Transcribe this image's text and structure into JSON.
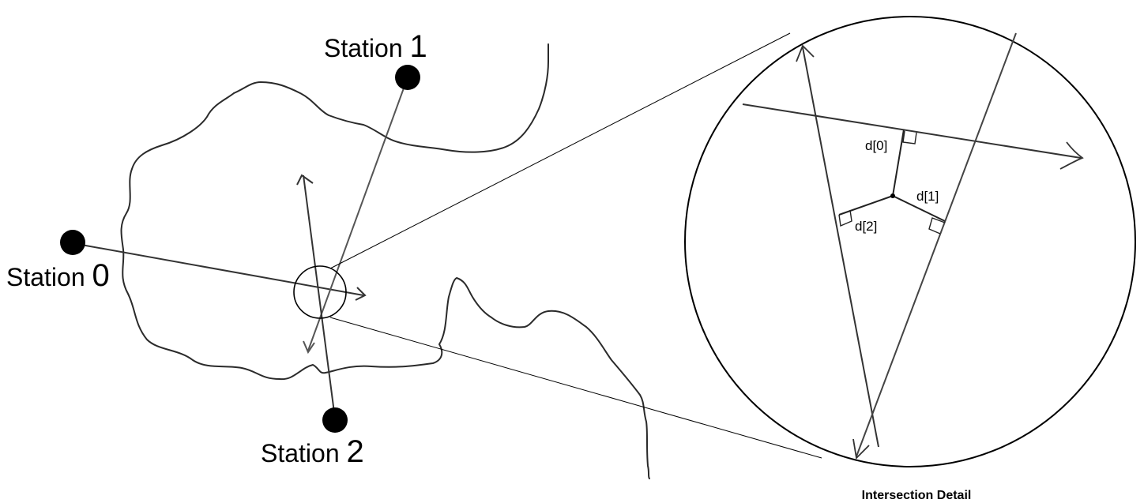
{
  "stations": [
    {
      "prefix": "Station ",
      "number": "0"
    },
    {
      "prefix": "Station ",
      "number": "1"
    },
    {
      "prefix": "Station ",
      "number": "2"
    }
  ],
  "detail": {
    "distances": [
      "d[0]",
      "d[1]",
      "d[2]"
    ],
    "caption": "Intersection Detail"
  },
  "colors": {
    "ink": "#000000",
    "sketch": "#2a2a2a",
    "background": "#ffffff"
  }
}
